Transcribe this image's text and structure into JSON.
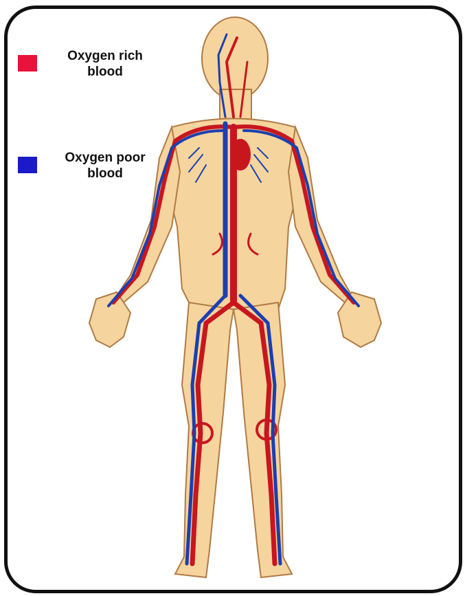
{
  "legend": {
    "items": [
      {
        "label": "Oxygen rich\nblood",
        "line1": "Oxygen rich",
        "line2": "blood",
        "color": "#e8123a"
      },
      {
        "label": "Oxygen poor\nblood",
        "line1": "Oxygen poor",
        "line2": "blood",
        "color": "#1a1ac8"
      }
    ]
  },
  "colors": {
    "skin": "#f5d49e",
    "skin_outline": "#b07a44",
    "artery": "#c8161e",
    "vein": "#1c3fb0",
    "frame": "#111111"
  }
}
